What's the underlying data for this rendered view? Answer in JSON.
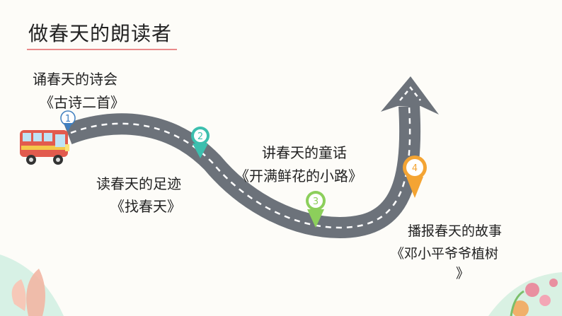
{
  "title": "做春天的朗读者",
  "stops": [
    {
      "number": "1",
      "line1": "诵春天的诗会",
      "line2": "《古诗二首》",
      "color": "#ffffff"
    },
    {
      "number": "2",
      "line1": "读春天的足迹",
      "line2": "《找春天》",
      "color": "#3cbfae"
    },
    {
      "number": "3",
      "line1": "讲春天的童话",
      "line2": "《开满鲜花的小路》",
      "color": "#8ccf5b"
    },
    {
      "number": "4",
      "line1": "播报春天的故事",
      "line2": "《邓小平爷爷植树",
      "line3": "》",
      "color": "#f4a433"
    }
  ],
  "colors": {
    "road": "#6c727a",
    "title_underline": "#e98a8a"
  }
}
